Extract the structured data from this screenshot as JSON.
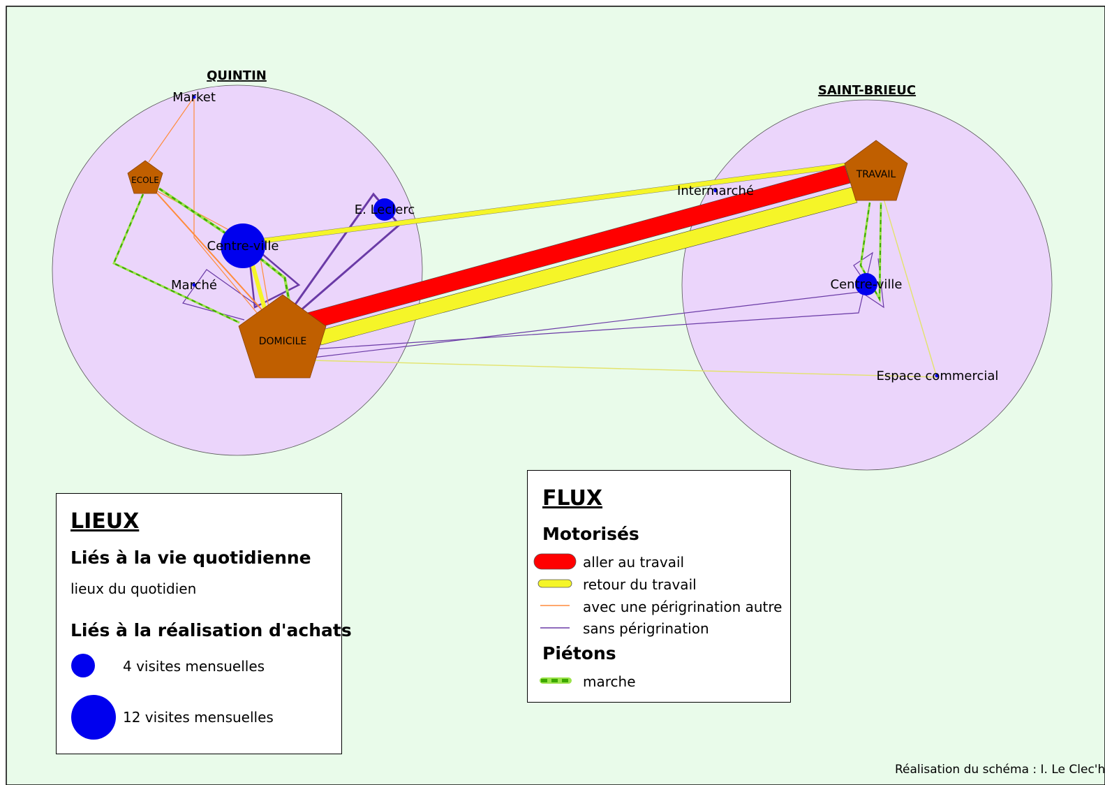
{
  "towns": {
    "quintin": "QUINTIN",
    "saint_brieuc": "SAINT-BRIEUC"
  },
  "places": {
    "domicile": "DOMICILE",
    "ecole": "ECOLE",
    "travail": "TRAVAIL",
    "market": "Market",
    "marche": "Marché",
    "centre_ville_quintin": "Centre-ville",
    "leclerc": "E. Leclerc",
    "intermarche": "Intermarché",
    "centre_ville_sb": "Centre-ville",
    "espace_commercial": "Espace commercial"
  },
  "legend_lieux": {
    "title": "LIEUX",
    "daily_heading": "Liés à la vie quotidienne",
    "daily_item": "lieux du quotidien",
    "shopping_heading": "Liés à la réalisation d'achats",
    "small_circle_label": "4 visites mensuelles",
    "large_circle_label": "12 visites mensuelles"
  },
  "legend_flux": {
    "title": "FLUX",
    "motorised_heading": "Motorisés",
    "aller": "aller au travail",
    "retour": "retour du travail",
    "peregrination": "avec une périgrination autre",
    "sans_peregrination": "sans périgrination",
    "pedestrian_heading": "Piétons",
    "marche": "marche"
  },
  "credit": "Réalisation du schéma : I. Le Clec'h",
  "colors": {
    "background": "#e9fbea",
    "zone": "#ebd5fb",
    "place_pentagon": "#c05f00",
    "shop_circle": "#0000ee",
    "aller": "#ff0000",
    "retour": "#f5f528",
    "peregrination": "#ff8c3c",
    "sans_peregrination": "#6a3aa6",
    "marche_light": "#9be34a",
    "marche_dark": "#3da800"
  },
  "icons": {
    "place": "pentagon-icon",
    "shop": "circle-icon"
  }
}
